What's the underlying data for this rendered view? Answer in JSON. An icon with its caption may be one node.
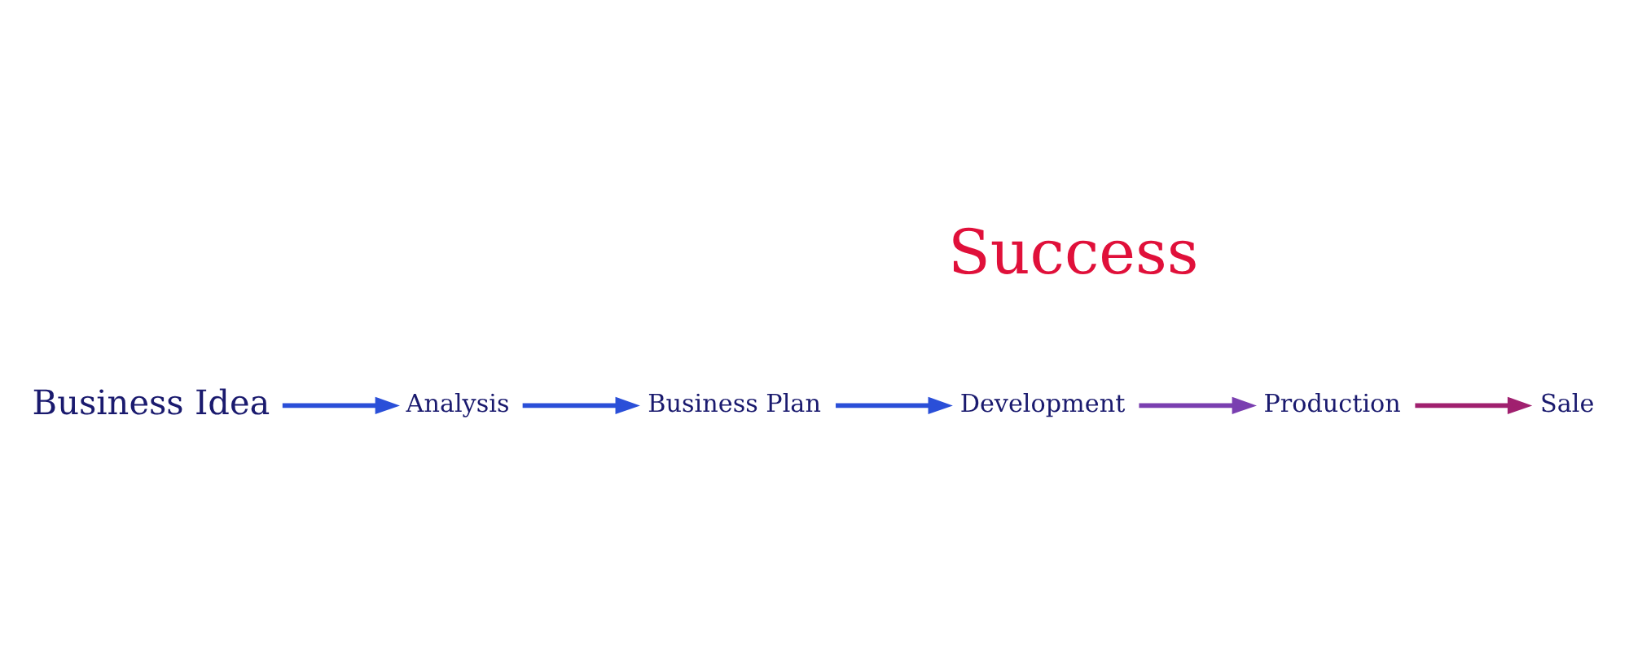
{
  "diagram": {
    "nodes": [
      {
        "text": [
          "Business Idea"
        ]
      },
      {
        "text": [
          "Analysis"
        ]
      },
      {
        "text": [
          "Business Plan"
        ]
      },
      {
        "text": [
          "Development"
        ]
      },
      {
        "text": [
          "Production"
        ]
      },
      {
        "text": [
          "Sale"
        ]
      }
    ],
    "edges": [
      {
        "from": 0,
        "to": 1,
        "arrow": "to"
      },
      {
        "from": 1,
        "to": 2,
        "arrow": "to"
      },
      {
        "from": 2,
        "to": 3,
        "arrow": "to"
      },
      {
        "from": 3,
        "to": 4,
        "arrow": "to",
        "color": "#7a3fb0"
      },
      {
        "from": 4,
        "to": 5,
        "arrow": "to",
        "color": "#a0206f"
      }
    ],
    "labels": [
      "Success"
    ]
  }
}
